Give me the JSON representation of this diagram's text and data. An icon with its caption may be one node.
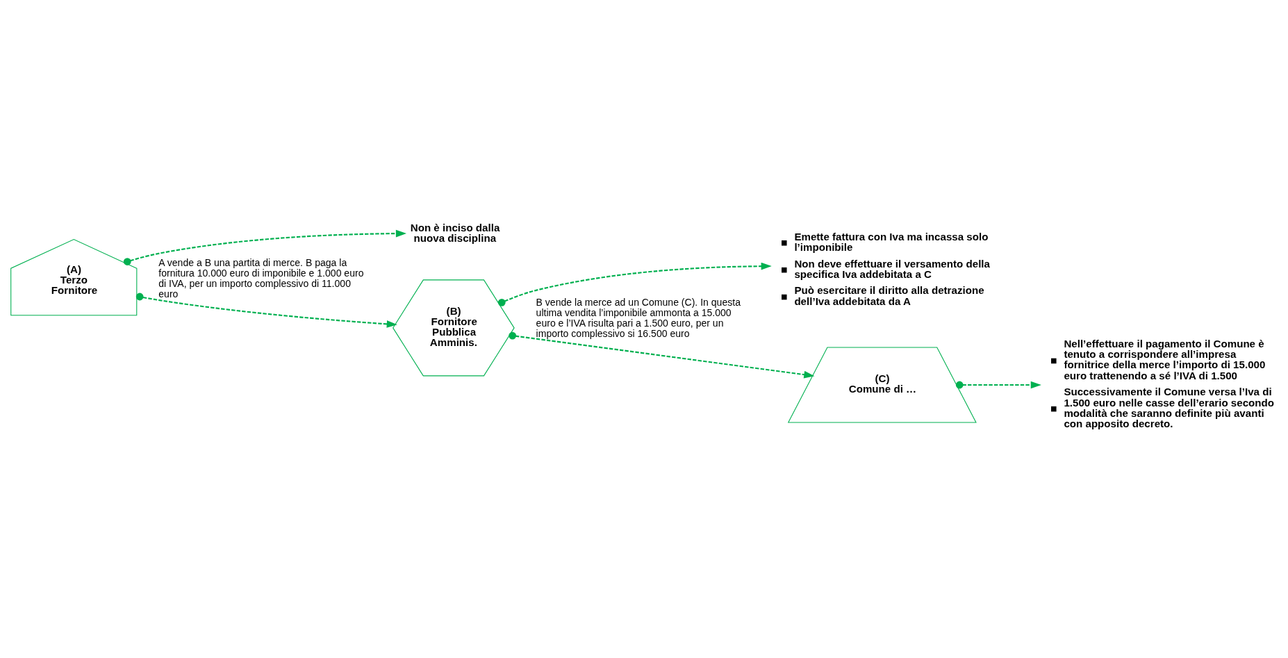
{
  "diagram": {
    "nodes": [
      {
        "text": [
          "(A)",
          "Terzo Fornitore"
        ]
      },
      {
        "text": [
          "Non è inciso dalla nuova disciplina"
        ]
      },
      {
        "text": [
          "(B)",
          "Fornitore Pubblica Amminis."
        ]
      },
      {
        "text": [
          "Emette fattura con Iva ma incassa solo l’imponibile",
          "Non deve effettuare il versamento della specifica Iva addebitata a C",
          "Può esercitare il diritto alla detrazione dell’Iva addebitata da A"
        ]
      },
      {
        "text": [
          "(C)",
          "Comune di …"
        ]
      },
      {
        "text": [
          "Nell’effettuare il pagamento il Comune è tenuto a corrispondere all’impresa fornitrice della merce l’importo di 15.000 euro trattenendo a sé l’IVA di 1.500",
          "Successivamente il Comune versa l’Iva di 1.500 euro nelle casse dell’erario secondo modalità che saranno definite più avanti con apposito decreto."
        ]
      }
    ],
    "edges": [
      {
        "from": 0,
        "to": 1,
        "arrow": "to",
        "style": "dashed",
        "color": "#00b050"
      },
      {
        "from": 0,
        "to": 2,
        "arrow": "to",
        "style": "dashed",
        "color": "#00b050",
        "label": "A vende a B una partita di merce. B paga la fornitura 10.000 euro di imponibile e 1.000 euro di IVA, per un importo complessivo di 11.000 euro"
      },
      {
        "from": 2,
        "to": 3,
        "arrow": "to",
        "style": "dashed",
        "color": "#00b050"
      },
      {
        "from": 2,
        "to": 4,
        "arrow": "to",
        "style": "dashed",
        "color": "#00b050",
        "label": "B vende la merce ad un Comune (C). In questa ultima vendita l’imponibile ammonta a 15.000 euro e l’IVA risulta pari a 1.500 euro, per un importo complessivo si 16.500 euro"
      },
      {
        "from": 4,
        "to": 5,
        "arrow": "to",
        "style": "dashed",
        "color": "#00b050"
      }
    ]
  }
}
